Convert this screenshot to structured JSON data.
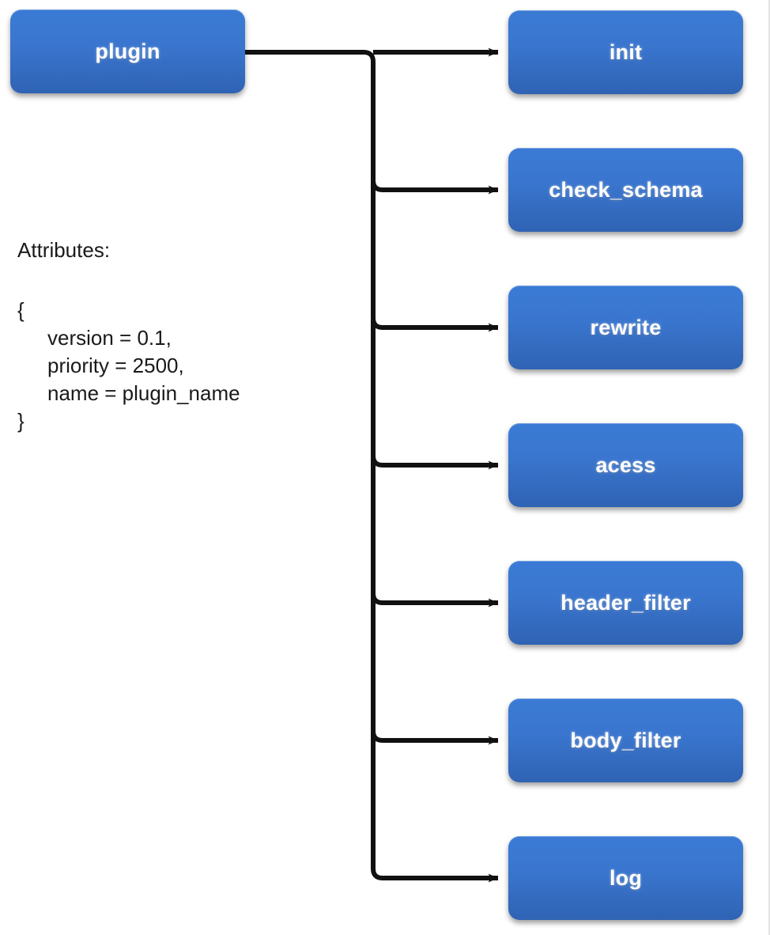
{
  "diagram": {
    "type": "flow-tree",
    "root": {
      "label": "plugin"
    },
    "targets": [
      {
        "label": "init"
      },
      {
        "label": "check_schema"
      },
      {
        "label": "rewrite"
      },
      {
        "label": "acess"
      },
      {
        "label": "header_filter"
      },
      {
        "label": "body_filter"
      },
      {
        "label": "log"
      }
    ],
    "attributes_panel": {
      "title": "Attributes:",
      "open_brace": "{",
      "entries": [
        "version = 0.1,",
        "priority = 2500,",
        "name = plugin_name"
      ],
      "close_brace": "}"
    },
    "colors": {
      "node_top": "#3b7bd5",
      "node_bottom": "#2f63b4",
      "node_text": "#ffffff",
      "edge": "#111111",
      "background": "#ffffff",
      "body_text": "#1a1a1a"
    }
  }
}
